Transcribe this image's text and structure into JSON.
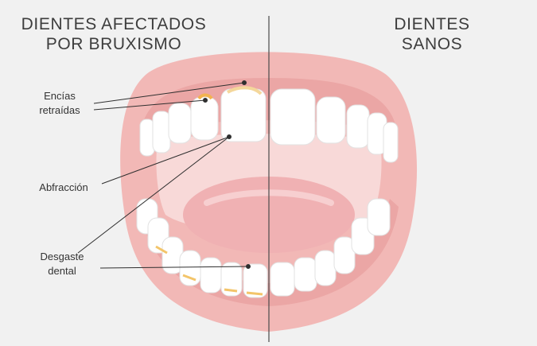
{
  "titles": {
    "left_line1": "DIENTES AFECTADOS",
    "left_line2": "POR BRUXISMO",
    "right_line1": "DIENTES",
    "right_line2": "SANOS"
  },
  "callouts": {
    "encias_line1": "Encías",
    "encias_line2": "retraídas",
    "abfraccion": "Abfracción",
    "desgaste_line1": "Desgaste",
    "desgaste_line2": "dental"
  },
  "colors": {
    "background": "#f1f1f1",
    "gum": "#f2b8b6",
    "gum_shadow": "#e79c9b",
    "inner_mouth": "#f8d9d8",
    "tongue": "#f0b1b3",
    "tooth": "#ffffff",
    "tooth_shadow": "#e6e6e6",
    "wear": "#f3d48a",
    "divider": "#4a4a4a"
  }
}
